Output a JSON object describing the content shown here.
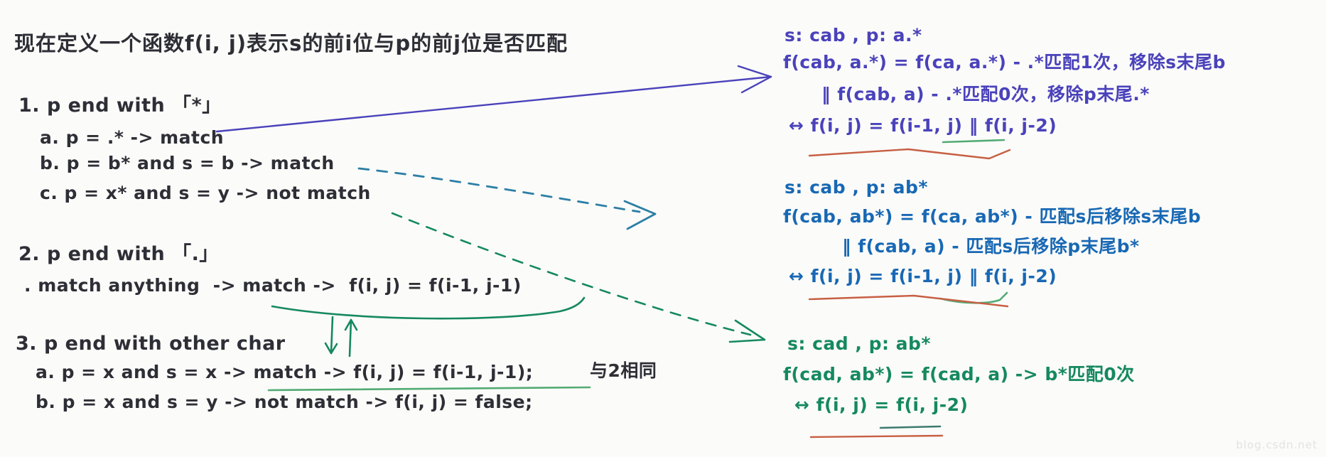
{
  "colors": {
    "background": "#fbfbf9",
    "ink": "#2e2e36",
    "purple": "#4a42bb",
    "blue": "#1868b4",
    "teal_dash": "#2c7fa6",
    "green": "#15895e",
    "green_underline_light": "#52ab74",
    "green_underline_dark": "#3c7a6e",
    "orange": "#c75f43",
    "watermark": "#e3e3e0"
  },
  "title": "现在定义一个函数f(i, j)表示s的前i位与p的前j位是否匹配",
  "left": {
    "section1": {
      "heading": "1. p end with 「*」",
      "items": [
        "a. p = .* -> match",
        "b. p = b* and s = b -> match",
        "c. p = x* and s = y -> not match"
      ]
    },
    "section2": {
      "heading": "2. p end with 「.」",
      "items": [
        ". match anything  -> match ->  f(i, j) = f(i-1, j-1)"
      ]
    },
    "section3": {
      "heading": "3. p end with other char",
      "items": [
        "a. p = x and s = x -> match -> f(i, j) = f(i-1, j-1);",
        "b. p = x and s = y -> not match -> f(i, j) = false;"
      ],
      "note": "与2相同"
    }
  },
  "right": {
    "example1": {
      "lines": [
        "s: cab , p: a.*",
        "f(cab, a.*) = f(ca, a.*) - .*匹配1次，移除s末尾b",
        "‖ f(cab, a) - .*匹配0次，移除p末尾.*",
        "↔ f(i, j) = f(i-1, j) ‖ f(i, j-2)"
      ]
    },
    "example2": {
      "lines": [
        "s: cab , p: ab*",
        "f(cab, ab*) = f(ca, ab*) - 匹配s后移除s末尾b",
        "‖ f(cab, a) - 匹配s后移除p末尾b*",
        "↔ f(i, j) = f(i-1, j) ‖ f(i, j-2)"
      ]
    },
    "example3": {
      "lines": [
        "s: cad , p: ab*",
        "f(cad, ab*) = f(cad, a) -> b*匹配0次",
        "↔ f(i, j) = f(i, j-2)"
      ]
    }
  },
  "watermark": "blog.csdn.net"
}
